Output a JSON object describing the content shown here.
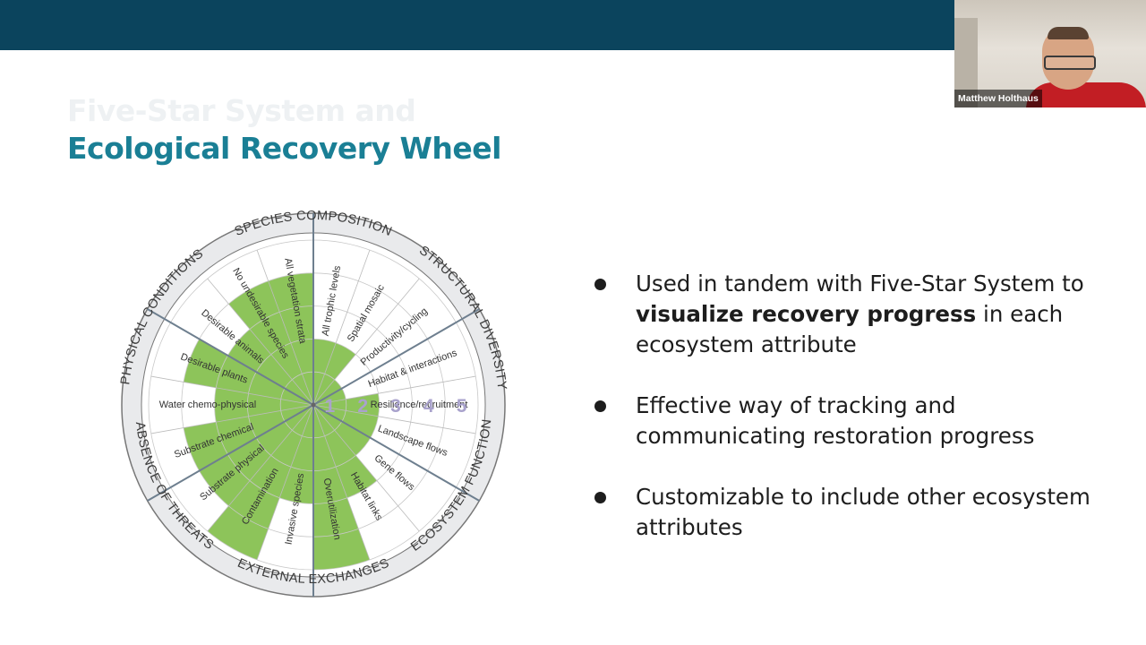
{
  "slide": {
    "title_faded": "Five-Star System and",
    "title_main": "Ecological Recovery Wheel",
    "banner_color": "#0b445d",
    "title_color": "#1a7f95"
  },
  "wheel": {
    "categories": [
      "SPECIES COMPOSITION",
      "STRUCTURAL DIVERSITY",
      "ECOSYSTEM FUNCTION",
      "EXTERNAL EXCHANGES",
      "ABSENCE OF THREATS",
      "PHYSICAL CONDITIONS"
    ],
    "attributes": [
      {
        "label": "Desirable animals",
        "level": 3
      },
      {
        "label": "No undesirable species",
        "level": 4
      },
      {
        "label": "All vegetation strata",
        "level": 4
      },
      {
        "label": "All trophic levels",
        "level": 2
      },
      {
        "label": "Spatial mosaic",
        "level": 2
      },
      {
        "label": "Productivity/cycling",
        "level": 1
      },
      {
        "label": "Habitat & interactions",
        "level": 1
      },
      {
        "label": "Resilience/recruitment",
        "level": 2
      },
      {
        "label": "Landscape flows",
        "level": 2
      },
      {
        "label": "Gene flows",
        "level": 2
      },
      {
        "label": "Habitat links",
        "level": 3
      },
      {
        "label": "Overutilization",
        "level": 5
      },
      {
        "label": "Invasive species",
        "level": 3
      },
      {
        "label": "Contamination",
        "level": 5
      },
      {
        "label": "Substrate physical",
        "level": 4
      },
      {
        "label": "Substrate chemical",
        "level": 4
      },
      {
        "label": "Water chemo-physical",
        "level": 3
      },
      {
        "label": "Desirable plants",
        "level": 4
      }
    ],
    "ring_numbers": [
      "1",
      "2",
      "3",
      "4",
      "5"
    ],
    "fill_color": "#8dc45a",
    "number_color": "#a9a2cc"
  },
  "bullets": [
    {
      "pre": "Used in tandem with Five-Star System to ",
      "bold": "visualize recovery progress",
      "post": " in each ecosystem attribute"
    },
    {
      "pre": "Effective way of tracking and communicating restoration progress",
      "bold": "",
      "post": ""
    },
    {
      "pre": "Customizable to include other ecosystem attributes",
      "bold": "",
      "post": ""
    }
  ],
  "webcam": {
    "participant_name": "Matthew Holthaus"
  }
}
